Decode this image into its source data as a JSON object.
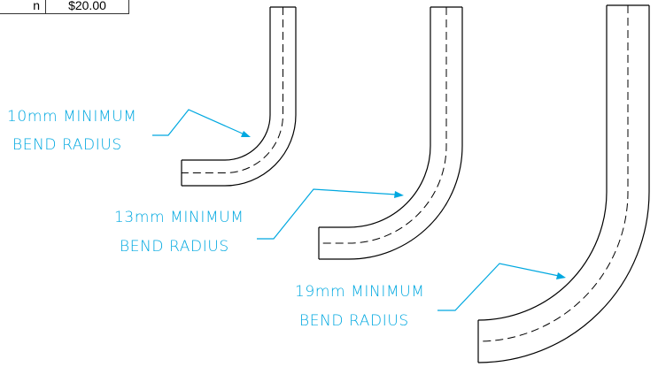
{
  "table": {
    "unit_cell": "n",
    "price_cell": "$20.00"
  },
  "callouts": [
    {
      "line1": "10mm MINIMUM",
      "line2": "BEND RADIUS"
    },
    {
      "line1": "13mm MINIMUM",
      "line2": "BEND RADIUS"
    },
    {
      "line1": "19mm MINIMUM",
      "line2": "BEND RADIUS"
    }
  ],
  "colors": {
    "callout": "#00a8e0",
    "line": "#000000"
  }
}
